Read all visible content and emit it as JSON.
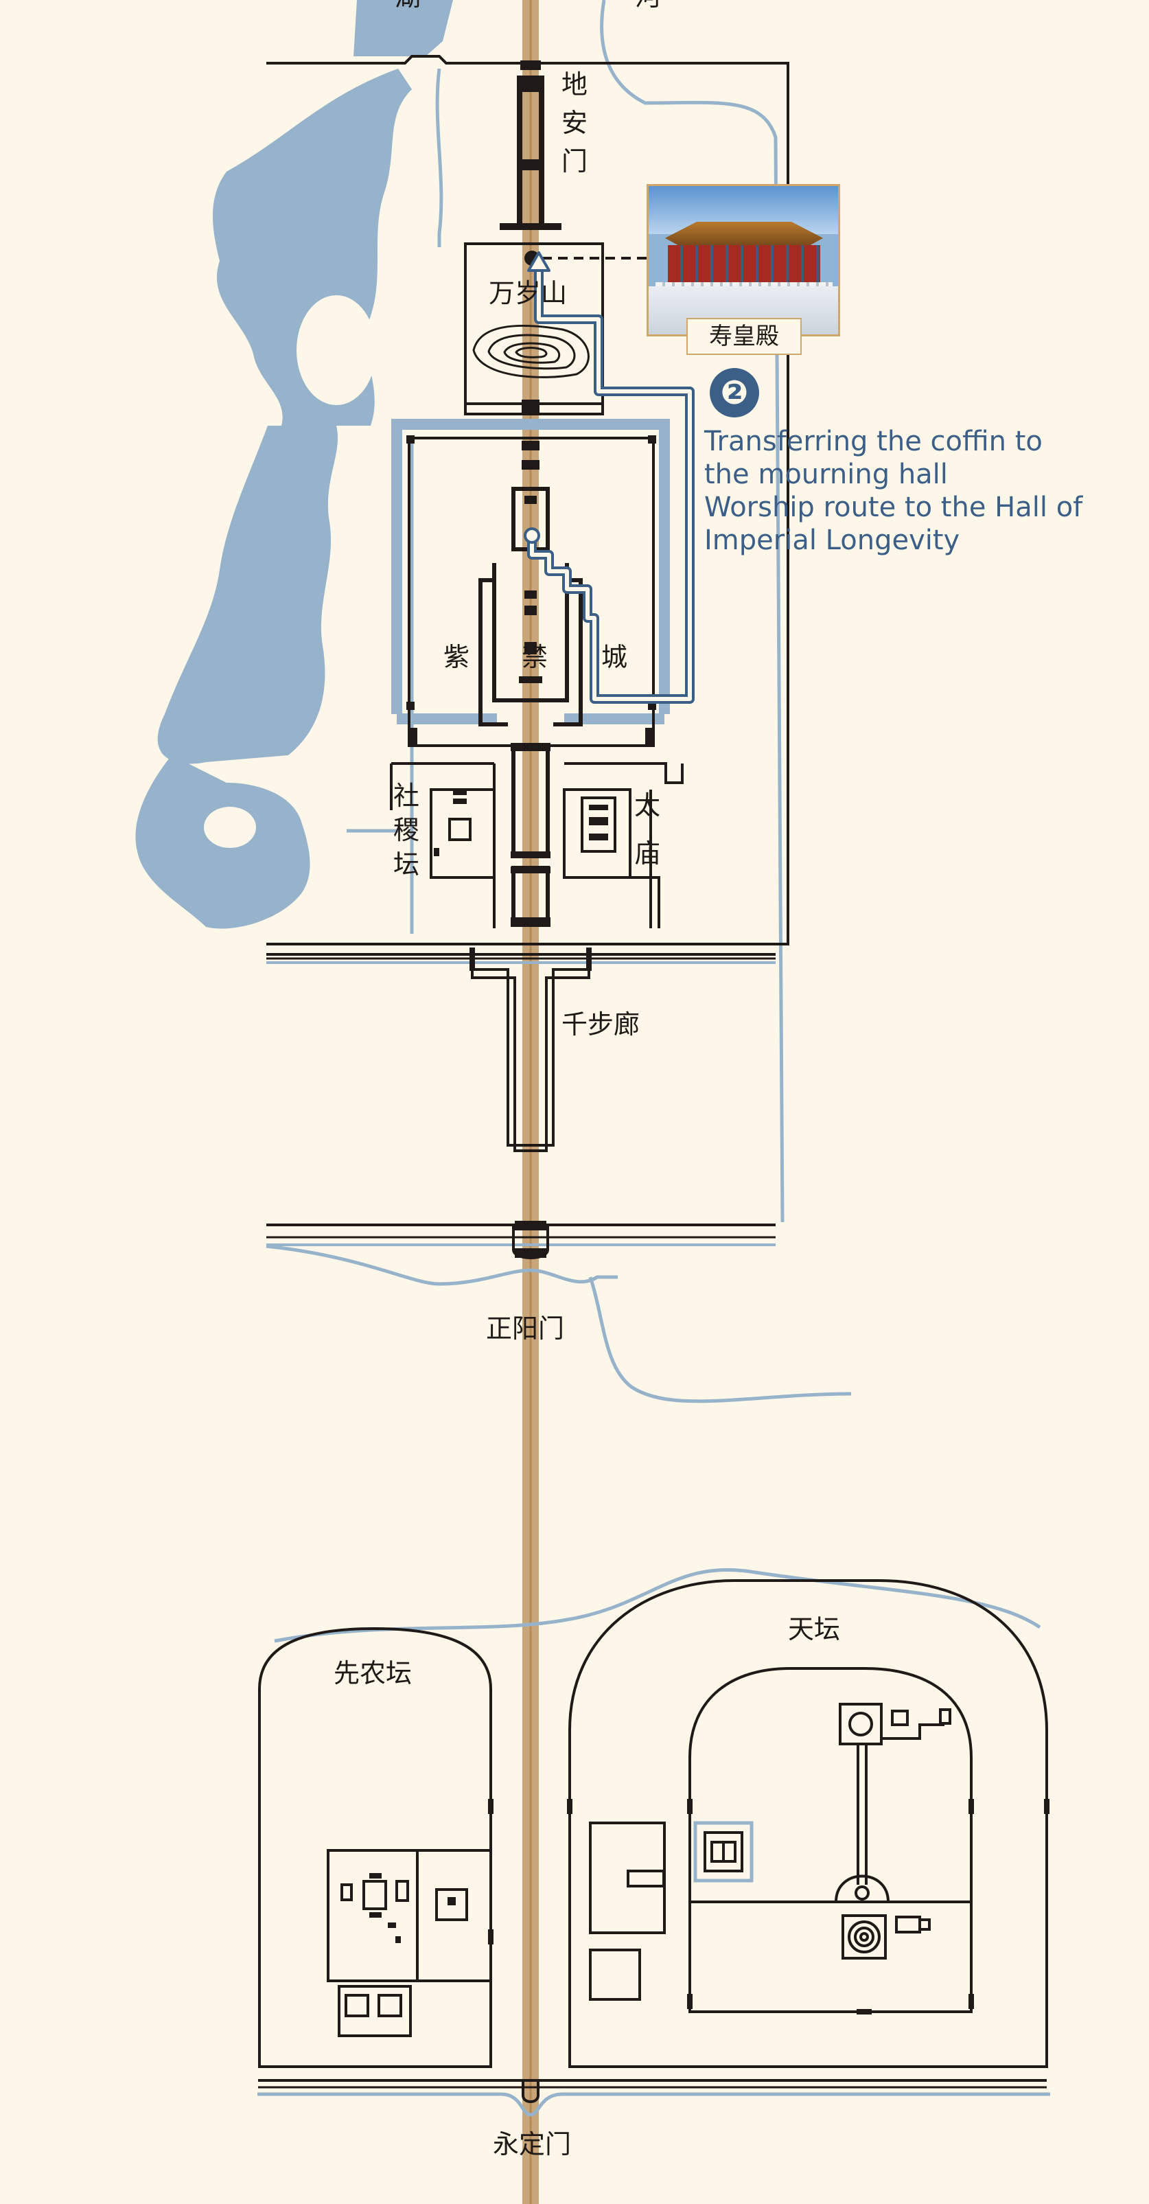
{
  "labels": {
    "top_left_fragment": "湖",
    "top_right_fragment": "河",
    "di_an_men": [
      "地",
      "安",
      "门"
    ],
    "wan_sui_shan": "万岁山",
    "forbidden_city": [
      "紫",
      "禁",
      "城"
    ],
    "she_ji_tan": [
      "社",
      "稷",
      "坛"
    ],
    "tai_miao": [
      "太",
      "庙"
    ],
    "qian_bu_lang": "千步廊",
    "zheng_yang_men": "正阳门",
    "tian_tan": "天坛",
    "xian_nong_tan": "先农坛",
    "yong_ding_men": "永定门"
  },
  "photo": {
    "caption": "寿皇殿",
    "depicts": "hall-of-imperial-longevity-photo"
  },
  "route": {
    "number": "❷",
    "lines": [
      "Transferring the coffin to",
      "the mourning hall",
      "Worship route to the Hall of",
      "Imperial Longevity"
    ]
  },
  "colors": {
    "background": "#fdf7e9",
    "water": "#97b3cc",
    "axis": "#c9a679",
    "outline": "#1f1a17",
    "route_blue": "#3c5f87",
    "moat_blue": "#97b3cc"
  }
}
